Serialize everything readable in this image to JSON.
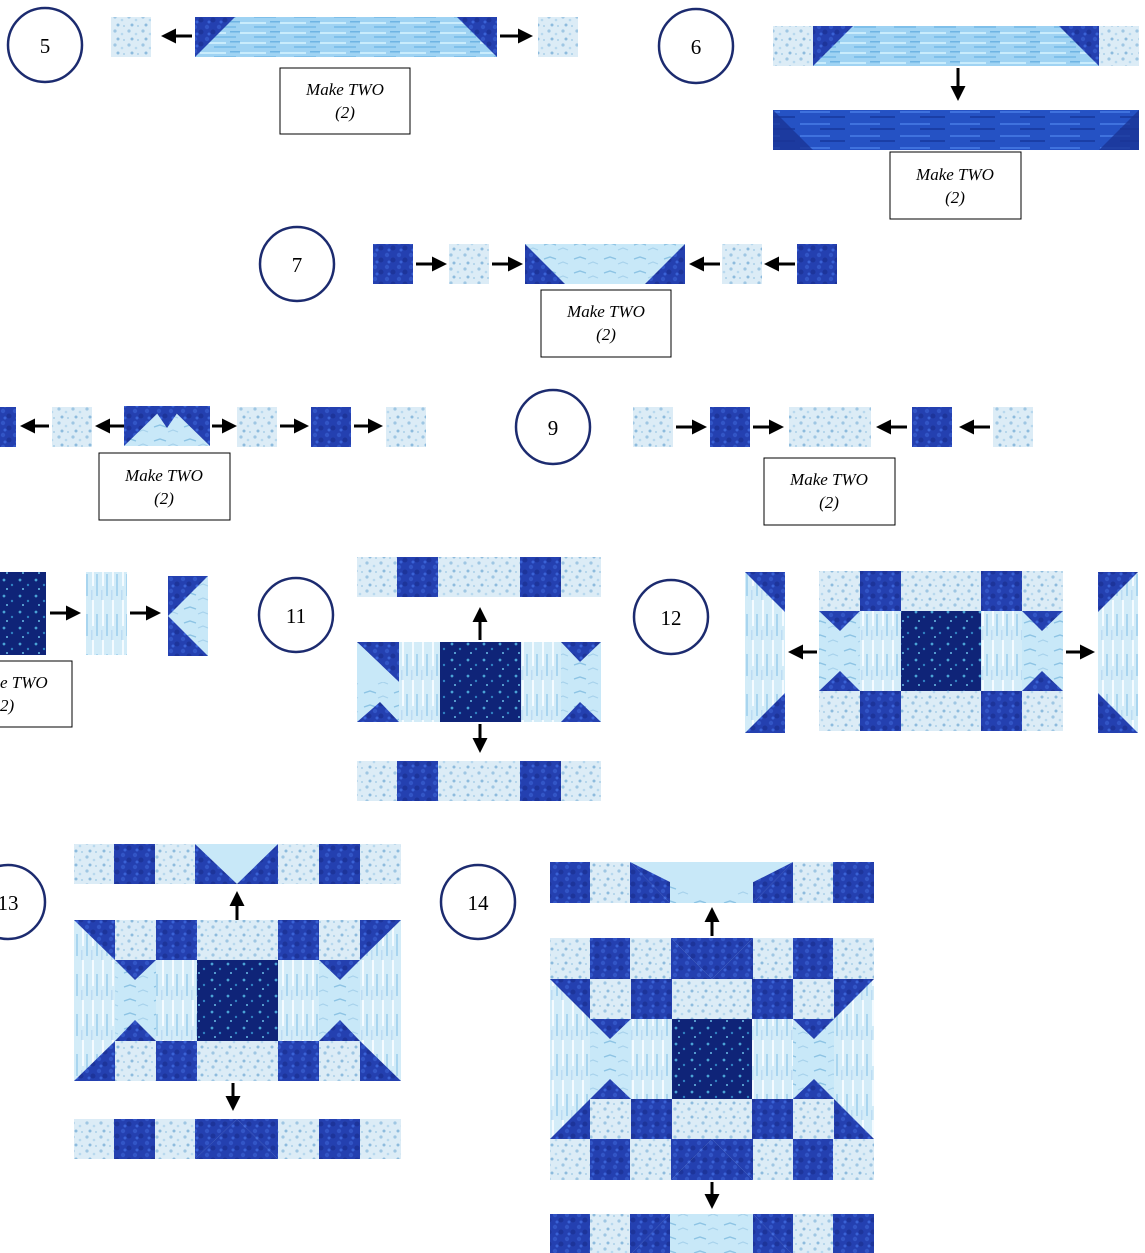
{
  "steps": [
    "5",
    "6",
    "7",
    "9",
    "11",
    "12",
    "13",
    "14"
  ],
  "make_two": {
    "line1": "Make TWO",
    "line2": "(2)",
    "line1_cut": "e TWO",
    "line2_cut": "2)"
  },
  "partial_steps": [
    "13"
  ],
  "colors": {
    "light_fabric": "#cfe8f6",
    "light_dots": "#8fc0e0",
    "medium_fabric": "#8ecbef",
    "medium_stripe": "#b9e4fb",
    "dark_fabric": "#233ea6",
    "dark_speck": "#3a5fd0",
    "navy_fabric": "#0f2478",
    "navy_dots": "#4aa3d6",
    "outline": "#1c2b6f"
  }
}
